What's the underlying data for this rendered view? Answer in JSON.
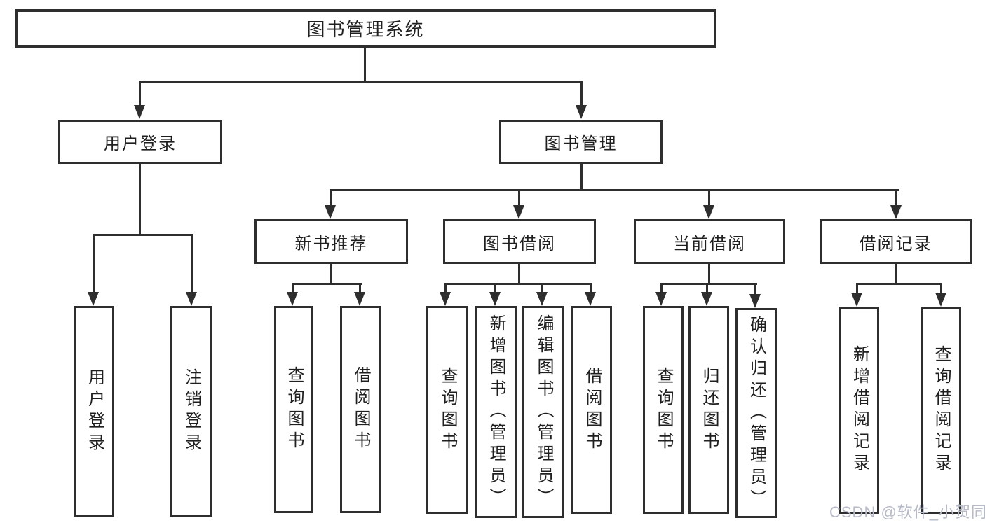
{
  "diagram_type": "hierarchy-tree",
  "theme": {
    "line_color": "#2e2e2e",
    "text_color": "#1f1f1f",
    "box_background": "#ffffff",
    "canvas_background": "#ffffff",
    "watermark_color": "#b7bbc8"
  },
  "tree": {
    "label": "图书管理系统",
    "children": [
      {
        "label": "用户登录",
        "children": [
          {
            "label": "用户登录"
          },
          {
            "label": "注销登录"
          }
        ]
      },
      {
        "label": "图书管理",
        "children": [
          {
            "label": "新书推荐",
            "children": [
              {
                "label": "查询图书"
              },
              {
                "label": "借阅图书"
              }
            ]
          },
          {
            "label": "图书借阅",
            "children": [
              {
                "label": "查询图书"
              },
              {
                "label": "新增图书（管理员）"
              },
              {
                "label": "编辑图书（管理员）"
              },
              {
                "label": "借阅图书"
              }
            ]
          },
          {
            "label": "当前借阅",
            "children": [
              {
                "label": "查询图书"
              },
              {
                "label": "归还图书"
              },
              {
                "label": "确认归还（管理员）"
              }
            ]
          },
          {
            "label": "借阅记录",
            "children": [
              {
                "label": "新增借阅记录"
              },
              {
                "label": "查询借阅记录"
              }
            ]
          }
        ]
      }
    ]
  },
  "watermark": {
    "text": "CSDN @软件_小贺同学"
  }
}
